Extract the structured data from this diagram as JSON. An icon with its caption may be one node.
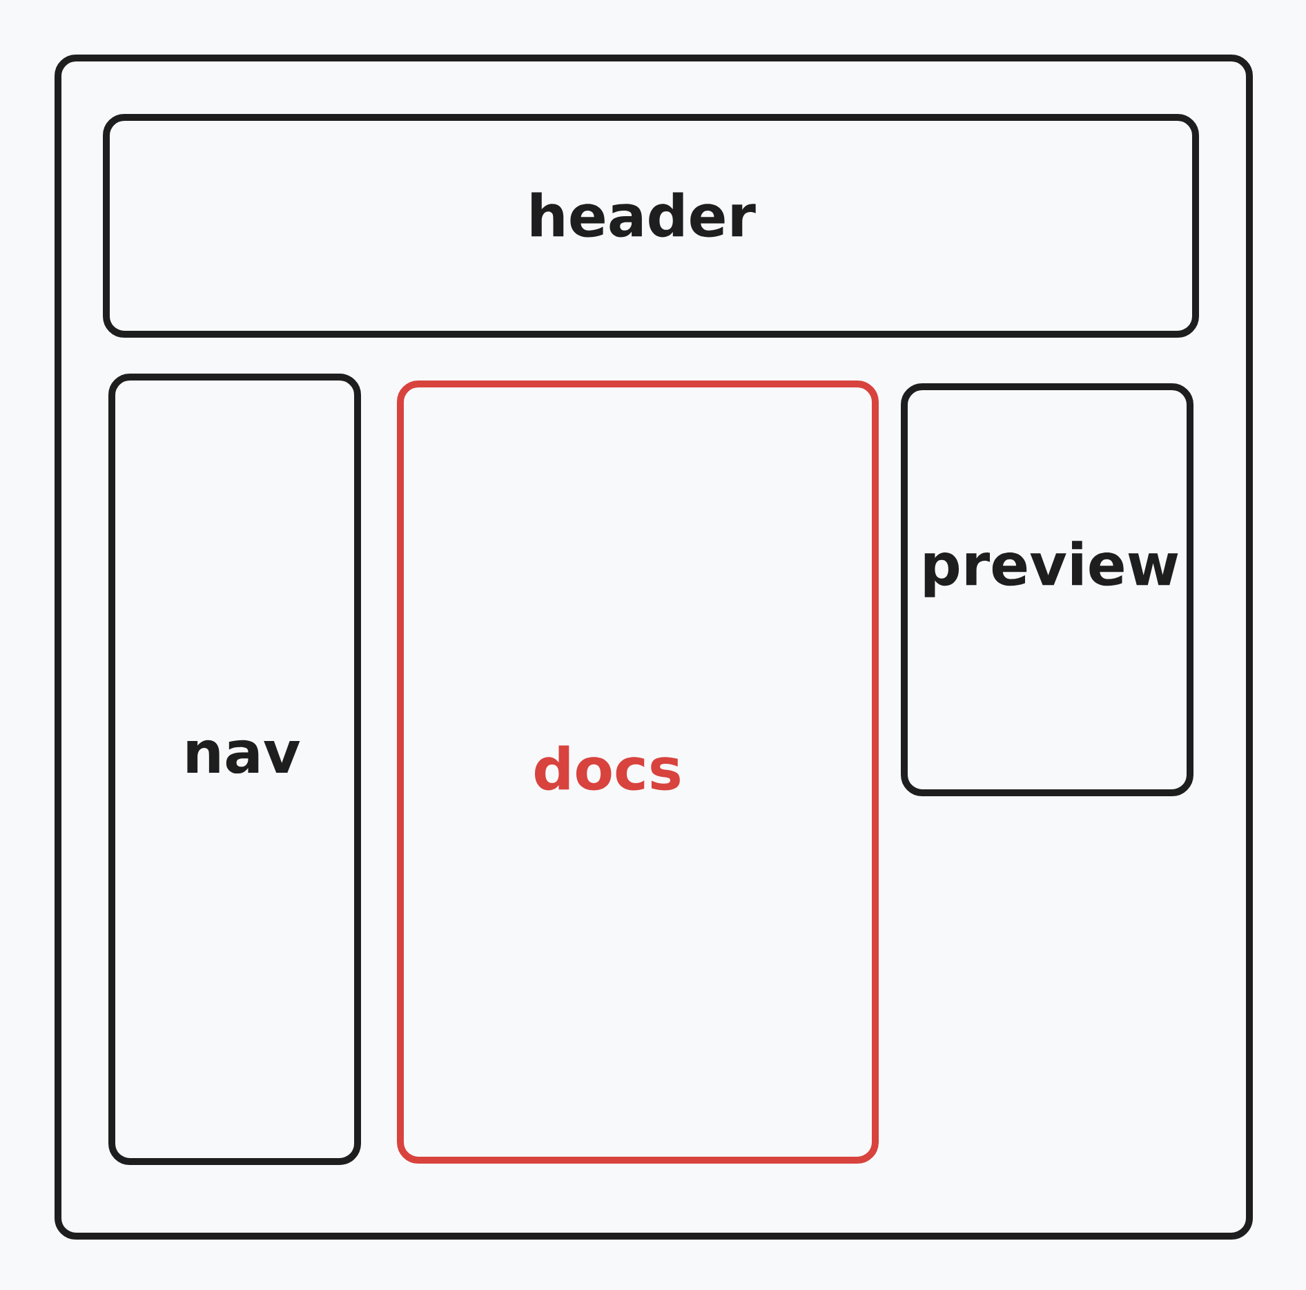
{
  "diagram": {
    "nodes": [
      {
        "text": [],
        "shape": "box"
      },
      {
        "text": [
          "header"
        ],
        "in": 0
      },
      {
        "text": [
          "nav"
        ],
        "in": 0
      },
      {
        "text": [
          "docs"
        ],
        "in": 0
      },
      {
        "text": [
          "preview"
        ],
        "in": 0
      }
    ]
  }
}
